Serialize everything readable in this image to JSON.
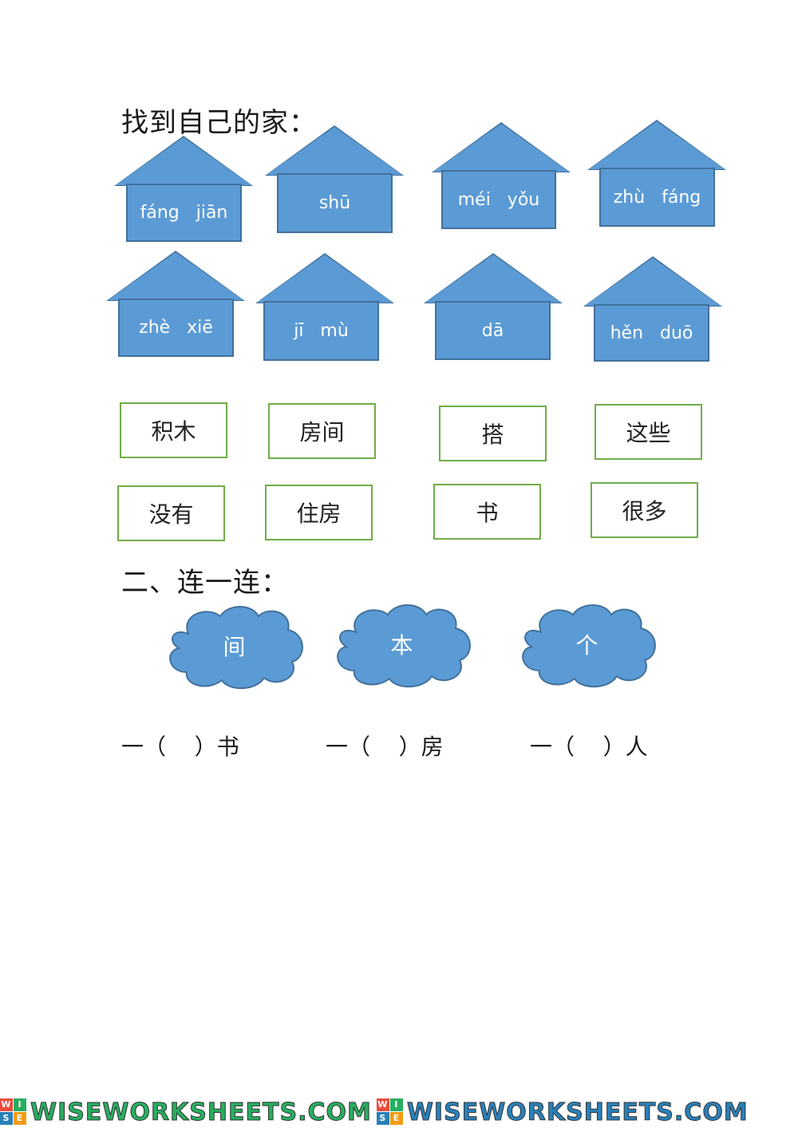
{
  "section1_title": "找到自己的家：",
  "houses": [
    {
      "pinyin": "fáng   jiān"
    },
    {
      "pinyin": "shū"
    },
    {
      "pinyin": "méi   yǒu"
    },
    {
      "pinyin": "zhù   fáng"
    },
    {
      "pinyin": "zhè   xiē"
    },
    {
      "pinyin": "jī   mù"
    },
    {
      "pinyin": "dā"
    },
    {
      "pinyin": "hěn   duō"
    }
  ],
  "words": [
    {
      "text": "积木"
    },
    {
      "text": "房间"
    },
    {
      "text": "搭"
    },
    {
      "text": "这些"
    },
    {
      "text": "没有"
    },
    {
      "text": "住房"
    },
    {
      "text": "书"
    },
    {
      "text": "很多"
    }
  ],
  "section2_title": "二、连一连：",
  "clouds": [
    {
      "text": "间"
    },
    {
      "text": "本"
    },
    {
      "text": "个"
    }
  ],
  "fill_items": [
    {
      "text": "一（    ）书"
    },
    {
      "text": "一（    ）房"
    },
    {
      "text": "一（    ）人"
    }
  ],
  "footer": {
    "brand": "WISEWORKSHEETS.COM",
    "logo_letters": [
      "W",
      "I",
      "S",
      "E"
    ]
  },
  "colors": {
    "house_fill": "#5b9bd5",
    "house_stroke": "#41719c",
    "word_border": "#70ad47"
  }
}
